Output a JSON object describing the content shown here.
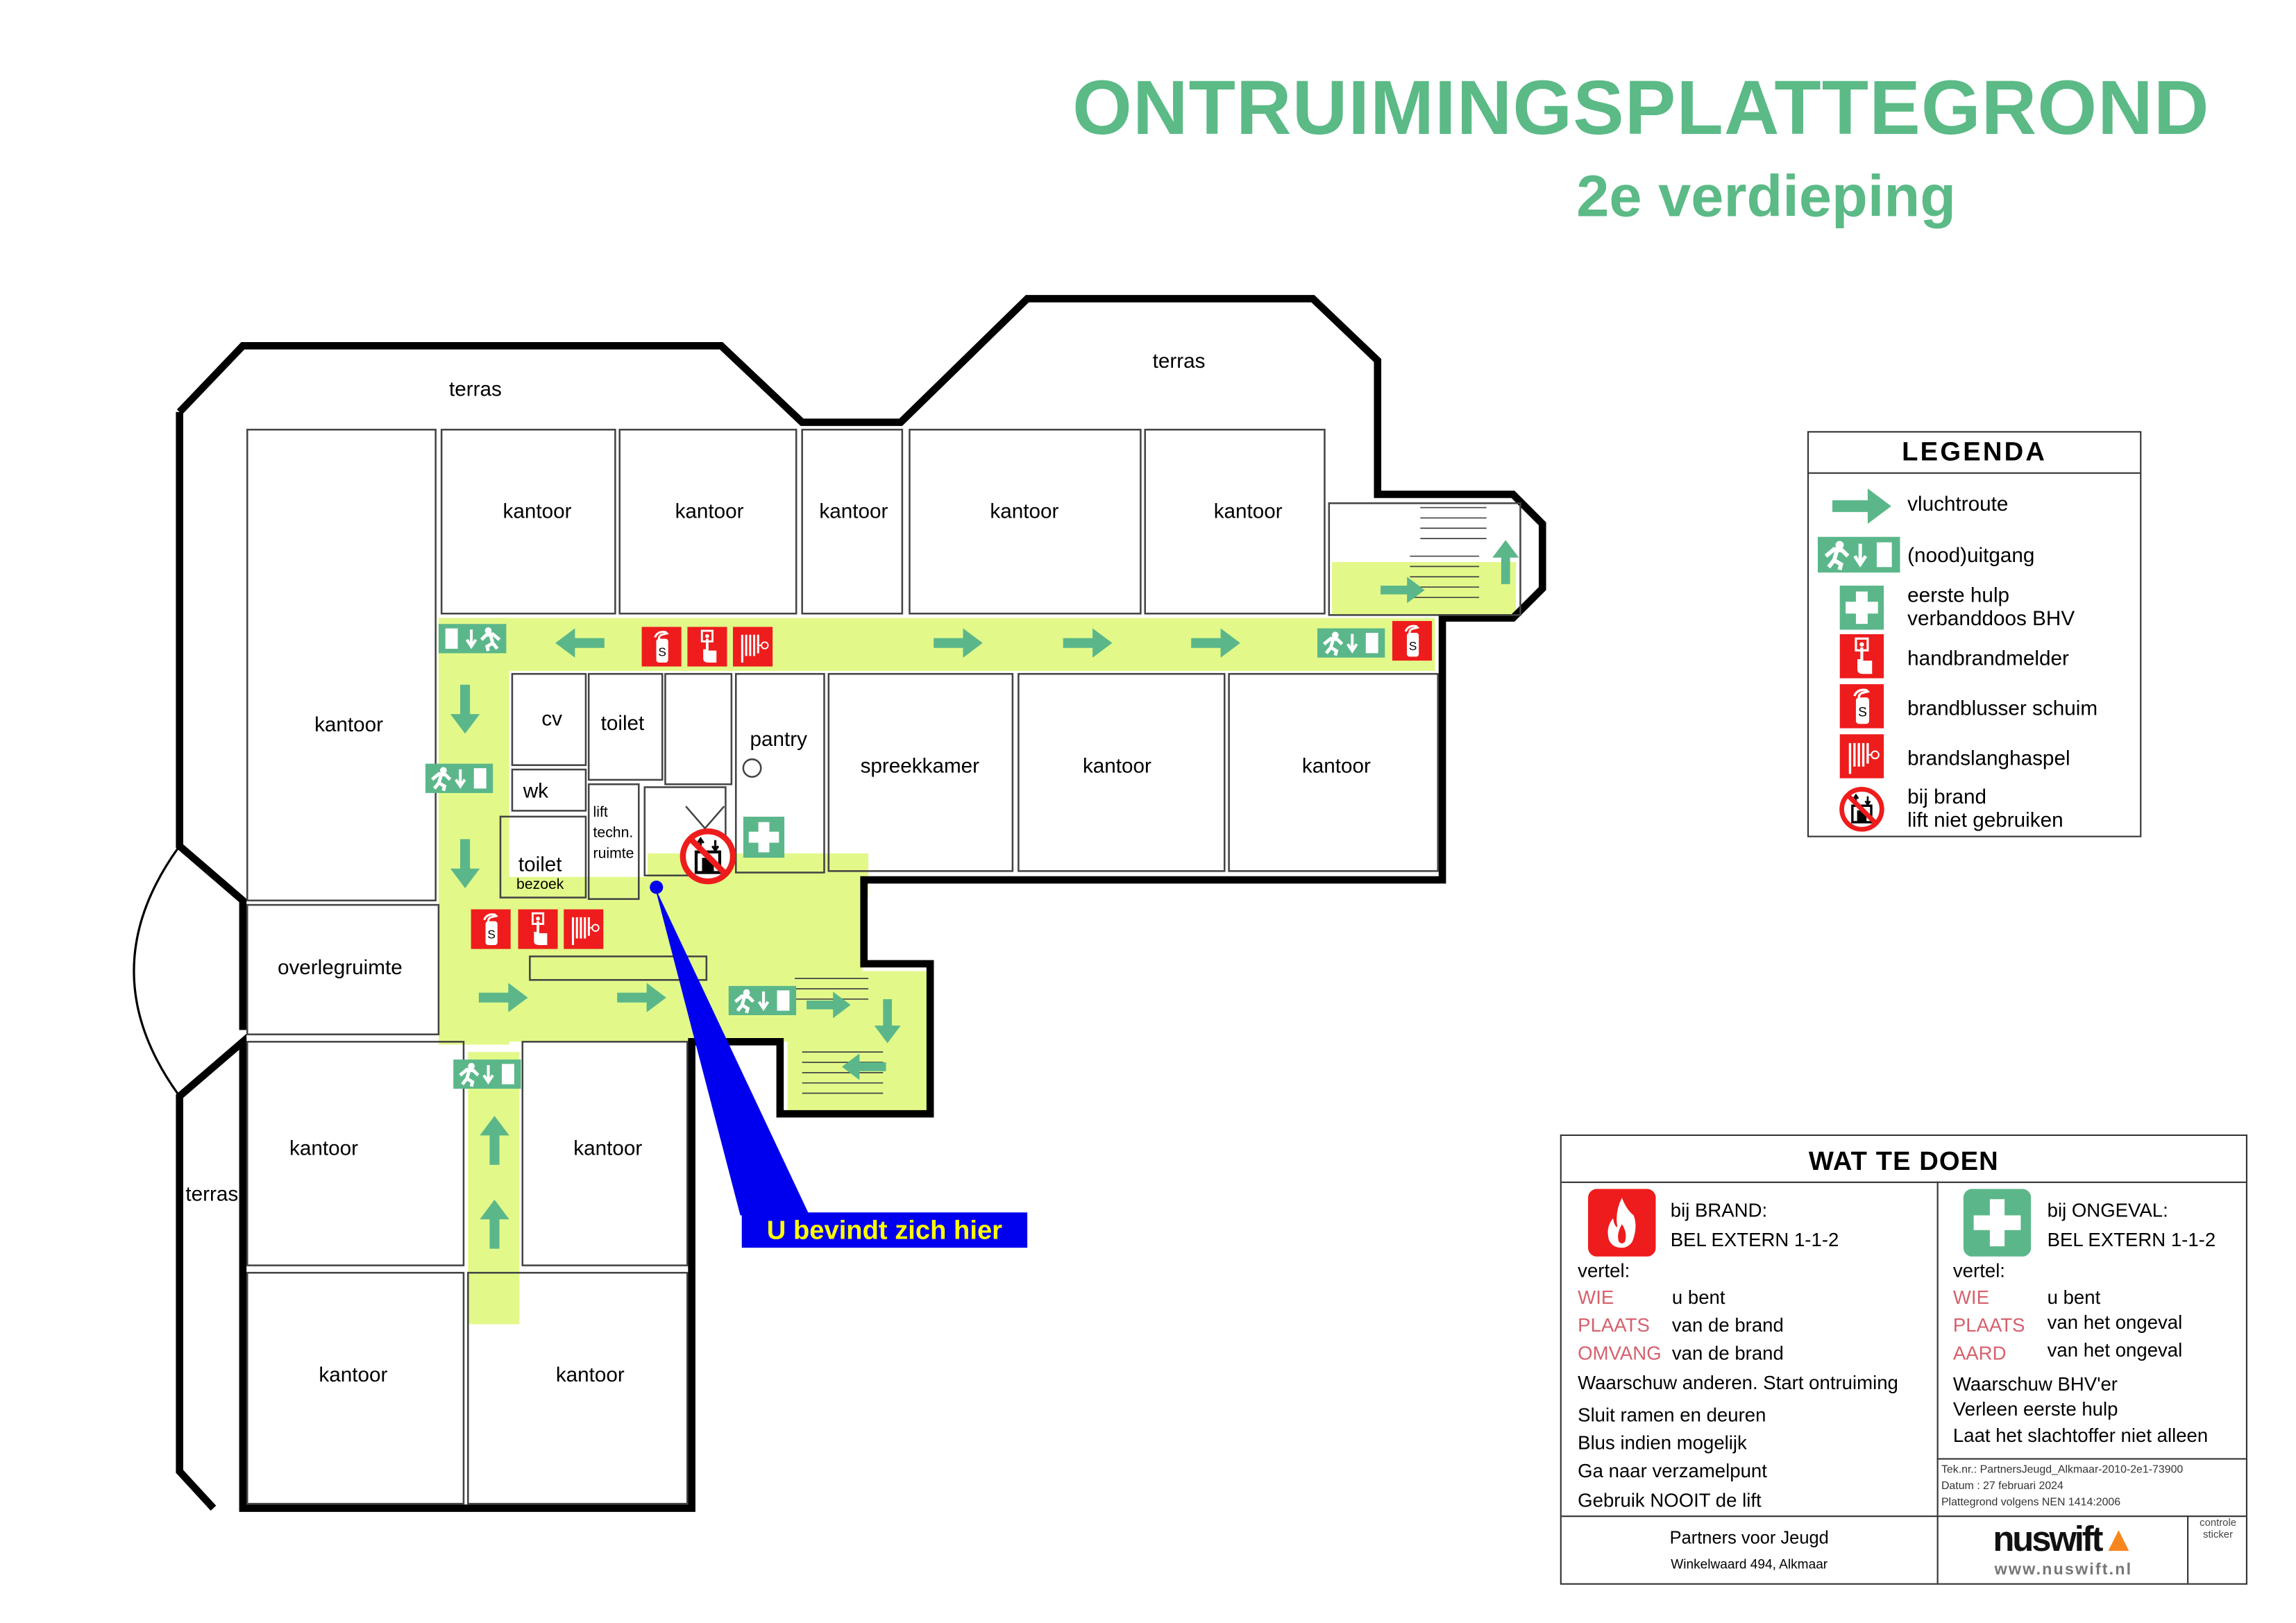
{
  "header": {
    "title": "ONTRUIMINGSPLATTEGROND",
    "subtitle": "2e verdieping"
  },
  "colors": {
    "title_green": "#5bba86",
    "sign_green": "#5bb78a",
    "sign_red": "#ee1c1c",
    "corridor": "#e2f98a",
    "pointer_blue": "#0000ee",
    "pointer_text": "#ffff00"
  },
  "floorplan": {
    "rooms": [
      "terras",
      "terras",
      "terras",
      "kantoor",
      "kantoor",
      "kantoor",
      "kantoor",
      "kantoor",
      "kantoor",
      "cv",
      "toilet",
      "pantry",
      "wk",
      "spreekkamer",
      "kantoor",
      "kantoor",
      "lift",
      "techn.",
      "ruimte",
      "toilet",
      "bezoek",
      "overlegruimte",
      "kantoor",
      "kantoor",
      "kantoor",
      "kantoor"
    ],
    "you_are_here": "U bevindt zich hier"
  },
  "legend": {
    "title": "LEGENDA",
    "items": [
      {
        "icon": "escape-route-arrow",
        "label": "vluchtroute"
      },
      {
        "icon": "emergency-exit-sign",
        "label": "(nood)uitgang"
      },
      {
        "icon": "first-aid-sign",
        "label": "eerste hulp",
        "label2": "verbanddoos BHV"
      },
      {
        "icon": "manual-fire-alarm-sign",
        "label": "handbrandmelder"
      },
      {
        "icon": "foam-extinguisher-sign",
        "label": "brandblusser schuim"
      },
      {
        "icon": "fire-hose-reel-sign",
        "label": "brandslanghaspel"
      },
      {
        "icon": "no-lift-sign",
        "label": "bij brand",
        "label2": "lift niet gebruiken"
      }
    ]
  },
  "what_to_do": {
    "title": "WAT TE DOEN",
    "fire": {
      "heading": "bij BRAND:",
      "call": "BEL EXTERN 1-1-2",
      "tell": "vertel:",
      "rows": [
        {
          "key": "WIE",
          "value": "u bent"
        },
        {
          "key": "PLAATS",
          "value": "van de brand"
        },
        {
          "key": "OMVANG",
          "value": "van de brand"
        }
      ],
      "steps": [
        "Waarschuw anderen. Start ontruiming",
        "Sluit ramen en deuren",
        "Blus indien mogelijk",
        "Ga naar verzamelpunt",
        "Gebruik NOOIT de lift"
      ]
    },
    "accident": {
      "heading": "bij ONGEVAL:",
      "call": "BEL EXTERN 1-1-2",
      "tell": "vertel:",
      "rows": [
        {
          "key": "WIE",
          "value": "u bent"
        },
        {
          "key": "PLAATS",
          "value": "van het ongeval"
        },
        {
          "key": "AARD",
          "value": "van het ongeval"
        }
      ],
      "steps": [
        "Waarschuw BHV'er",
        "Verleen eerste hulp",
        "Laat het slachtoffer niet alleen"
      ]
    },
    "info": {
      "drawing_no": "Tek.nr.: PartnersJeugd_Alkmaar-2010-2e1-73900",
      "date": "Datum : 27 februari 2024",
      "standard": "Plattegrond volgens NEN 1414:2006"
    },
    "footer": {
      "org": "Partners voor Jeugd",
      "address": "Winkelwaard 494, Alkmaar",
      "logo": "nuswift",
      "website": "www.nuswift.nl",
      "sticker": "controle sticker"
    }
  }
}
